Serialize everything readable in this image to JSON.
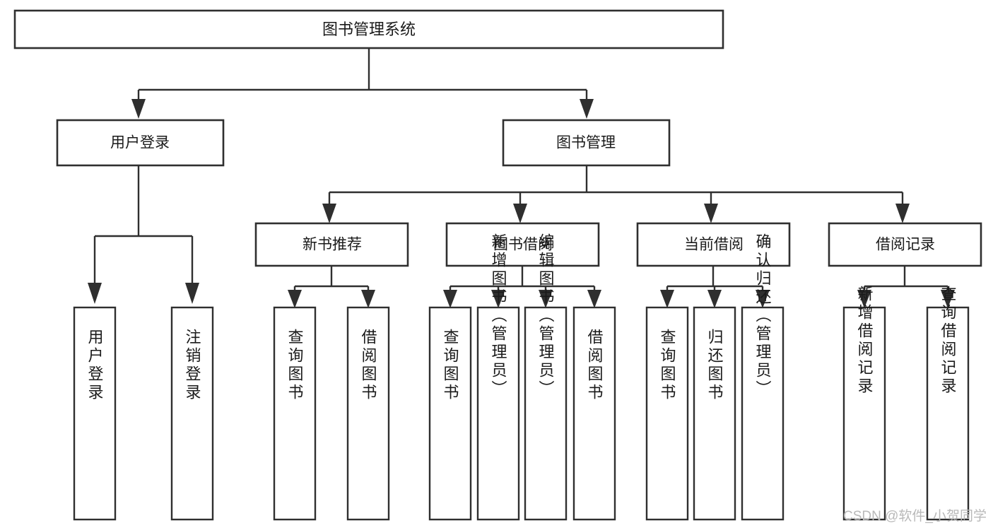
{
  "diagram": {
    "title": "图书管理系统",
    "type": "tree-hierarchy",
    "watermark": "CSDN @软件_小贺同学",
    "root": {
      "id": "root",
      "label": "图书管理系统"
    },
    "level2": [
      {
        "id": "user-login",
        "label": "用户登录"
      },
      {
        "id": "book-manage",
        "label": "图书管理"
      }
    ],
    "level3": [
      {
        "id": "new-book-recommend",
        "label": "新书推荐"
      },
      {
        "id": "book-borrow",
        "label": "图书借阅"
      },
      {
        "id": "current-borrow",
        "label": "当前借阅"
      },
      {
        "id": "borrow-record",
        "label": "借阅记录"
      }
    ],
    "leaves": {
      "user-login": [
        {
          "id": "leaf-user-login",
          "label": "用户登录"
        },
        {
          "id": "leaf-logout-login",
          "label": "注销登录"
        }
      ],
      "new-book-recommend": [
        {
          "id": "leaf-query-book-1",
          "label": "查询图书"
        },
        {
          "id": "leaf-borrow-book-1",
          "label": "借阅图书"
        }
      ],
      "book-borrow": [
        {
          "id": "leaf-query-book-2",
          "label": "查询图书"
        },
        {
          "id": "leaf-add-book",
          "label": "新增图书（管理员）"
        },
        {
          "id": "leaf-edit-book",
          "label": "编辑图书（管理员）"
        },
        {
          "id": "leaf-borrow-book-2",
          "label": "借阅图书"
        }
      ],
      "current-borrow": [
        {
          "id": "leaf-query-book-3",
          "label": "查询图书"
        },
        {
          "id": "leaf-return-book",
          "label": "归还图书"
        },
        {
          "id": "leaf-confirm-return",
          "label": "确认归还（管理员）"
        }
      ],
      "borrow-record": [
        {
          "id": "leaf-add-record",
          "label": "新增借阅记录"
        },
        {
          "id": "leaf-query-record",
          "label": "查询借阅记录"
        }
      ]
    },
    "colors": {
      "stroke": "#2f2f2f",
      "fill": "#ffffff",
      "text": "#1a1a1a",
      "watermark": "#b9b9b9"
    }
  }
}
